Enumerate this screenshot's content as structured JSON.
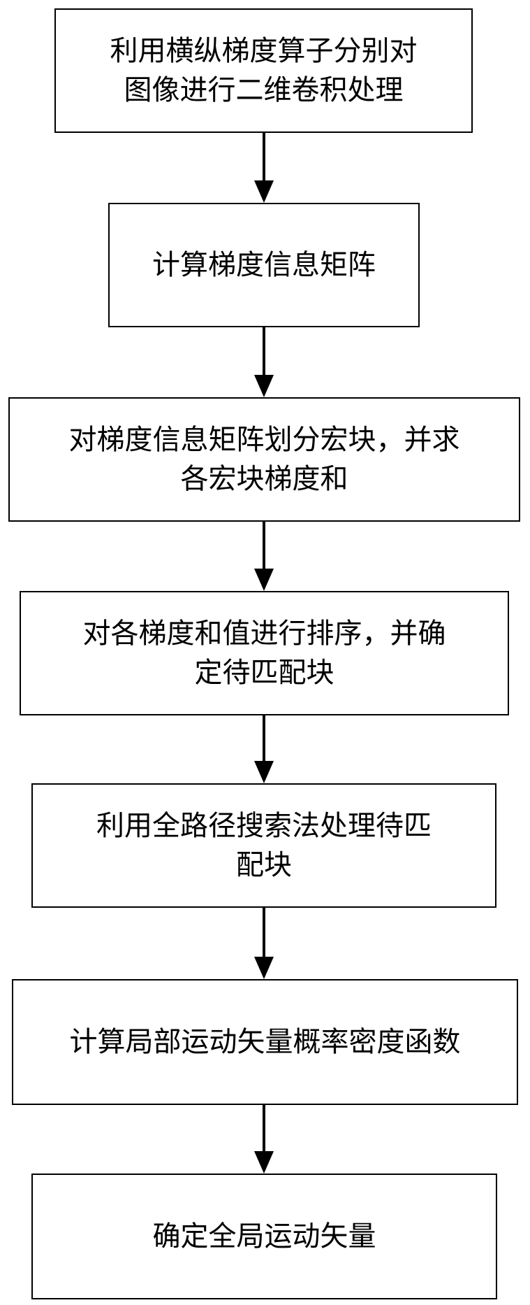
{
  "flowchart": {
    "steps": [
      {
        "id": "step-1",
        "label": "利用横纵梯度算子分别对\n图像进行二维卷积处理"
      },
      {
        "id": "step-2",
        "label": "计算梯度信息矩阵"
      },
      {
        "id": "step-3",
        "label": "对梯度信息矩阵划分宏块，并求\n各宏块梯度和"
      },
      {
        "id": "step-4",
        "label": "对各梯度和值进行排序，并确\n定待匹配块"
      },
      {
        "id": "step-5",
        "label": "利用全路径搜索法处理待匹\n配块"
      },
      {
        "id": "step-6",
        "label": "计算局部运动矢量概率密度函数"
      },
      {
        "id": "step-7",
        "label": "确定全局运动矢量"
      }
    ]
  },
  "colors": {
    "stroke": "#000000",
    "background": "#ffffff"
  }
}
